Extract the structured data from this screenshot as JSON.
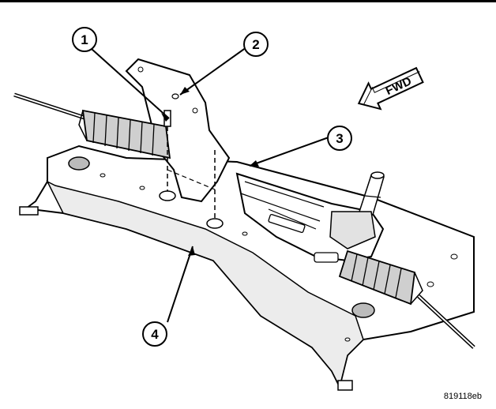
{
  "callouts": [
    {
      "label": "1"
    },
    {
      "label": "2"
    },
    {
      "label": "3"
    },
    {
      "label": "4"
    }
  ],
  "direction_label": "FWD",
  "figure_id": "819118eb",
  "colors": {
    "line": "#000000",
    "fill": "#ffffff",
    "shade": "#d8d8d8",
    "dark_shade": "#9a9a9a"
  },
  "icons": [
    "direction-arrow-icon"
  ]
}
